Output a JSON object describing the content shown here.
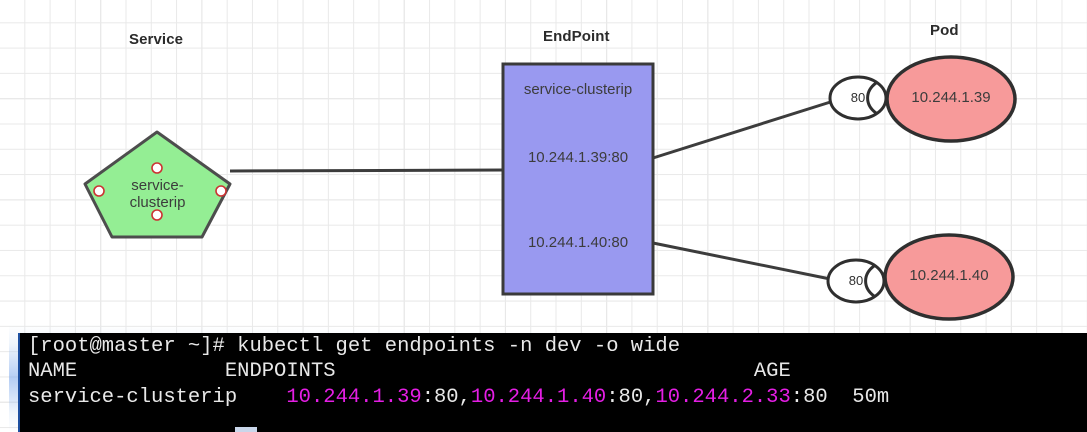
{
  "diagram": {
    "groups": [
      {
        "name": "service",
        "title": "Service"
      },
      {
        "name": "endpoint",
        "title": "EndPoint"
      },
      {
        "name": "pod",
        "title": "Pod"
      }
    ],
    "service_node": {
      "label": "service-clusterip",
      "label_line1": "service-",
      "label_line2": "clusterip",
      "shape": "pentagon",
      "fill": "#94ee94",
      "stroke": "#4d4d4d",
      "handle_fill": "#ffffff",
      "handle_stroke": "#cc3333"
    },
    "endpoint_node": {
      "title": "service-clusterip",
      "shape": "rectangle",
      "fill": "#9999f0",
      "stroke": "#3a3a3a",
      "rows": [
        {
          "name": "endpoint-row-1",
          "text": "10.244.1.39:80"
        },
        {
          "name": "endpoint-row-2",
          "text": "10.244.1.40:80"
        }
      ]
    },
    "pods": [
      {
        "name": "pod-1",
        "ip": "10.244.1.39",
        "port": "80",
        "fill": "#f79a9a",
        "stroke": "#2f2f2f"
      },
      {
        "name": "pod-2",
        "ip": "10.244.1.40",
        "port": "80",
        "fill": "#f79a9a",
        "stroke": "#2f2f2f"
      }
    ],
    "edge_color": "#3c3c3c",
    "grid_color": "#e9e9e9"
  },
  "terminal": {
    "prompt": "[root@master ~]# ",
    "command": "kubectl get endpoints -n dev -o wide",
    "header": {
      "name_col": "NAME",
      "endpoints_col": "ENDPOINTS",
      "age_col": "AGE"
    },
    "row": {
      "name": "service-clusterip",
      "endpoint_ip_1": "10.244.1.39",
      "endpoint_port_1": ":80,",
      "endpoint_ip_2": "10.244.1.40",
      "endpoint_port_2": ":80,",
      "endpoint_ip_3": "10.244.2.33",
      "endpoint_port_3": ":80",
      "age": "50m"
    },
    "colors": {
      "background": "#000000",
      "text": "#e8e8e8",
      "ip_highlight": "#e41ee4",
      "border": "#1d4fa0"
    }
  }
}
